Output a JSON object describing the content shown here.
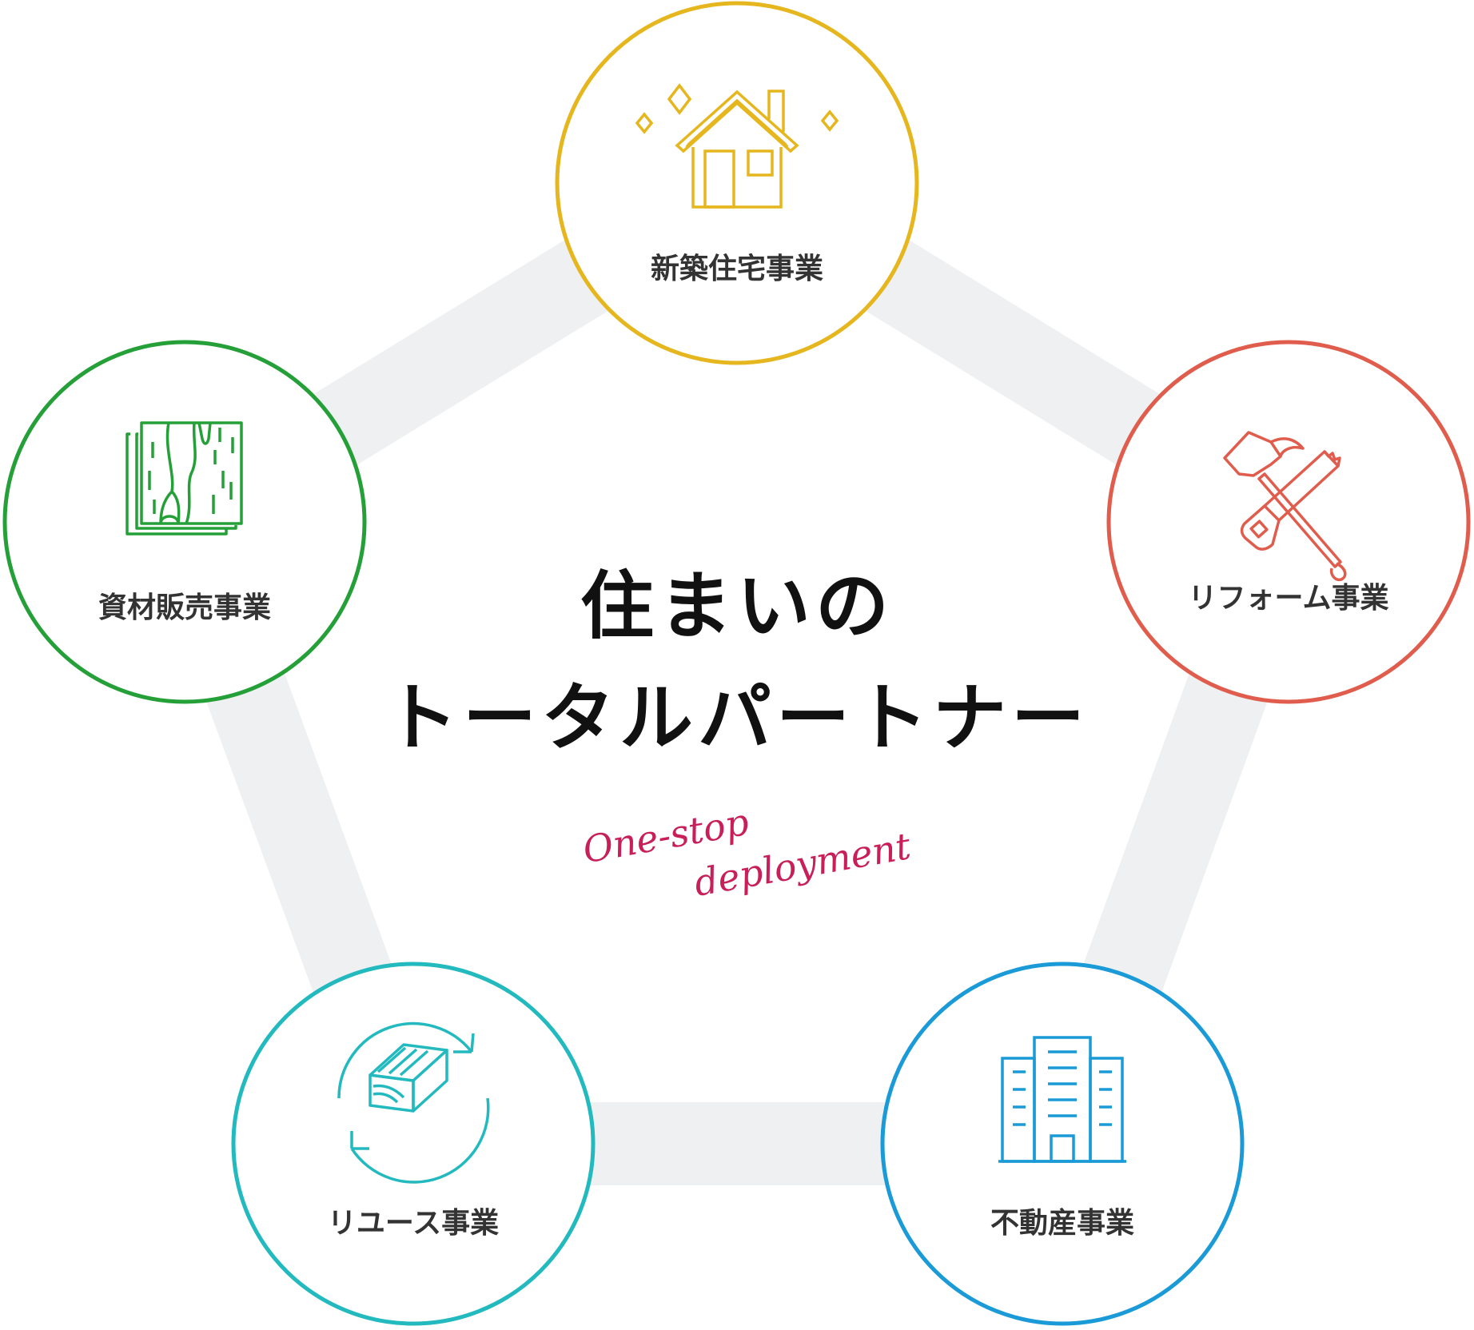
{
  "title": {
    "line1": "住まいの",
    "line2": "トータルパートナー"
  },
  "tagline": {
    "line1": "One-stop",
    "line2": "deployment"
  },
  "colors": {
    "edge": "#eff0f2",
    "title": "#111111",
    "label": "#333333",
    "tagline": "#c81e5a"
  },
  "nodes": [
    {
      "label": "新築住宅事業",
      "color": "#e6b61e",
      "icon": "house-icon"
    },
    {
      "label": "リフォーム事業",
      "color": "#e05d4d",
      "icon": "hammer-saw-icon"
    },
    {
      "label": "不動産事業",
      "color": "#1a9ad6",
      "icon": "building-icon"
    },
    {
      "label": "リユース事業",
      "color": "#22b9bf",
      "icon": "recycle-lumber-icon"
    },
    {
      "label": "資材販売事業",
      "color": "#25a038",
      "icon": "wood-panel-icon"
    }
  ]
}
